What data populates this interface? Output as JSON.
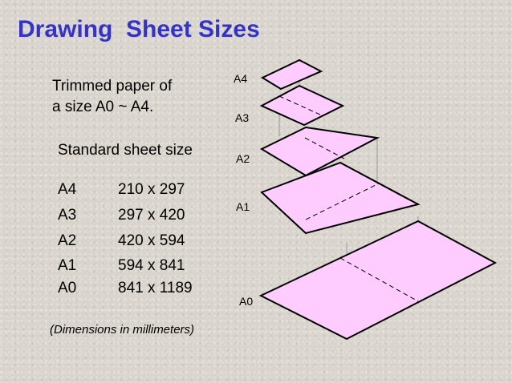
{
  "title": "Drawing  Sheet Sizes",
  "intro": {
    "line1": "Trimmed paper of",
    "line2": "a size A0 ~ A4."
  },
  "standard_heading": "Standard sheet size",
  "sizes": [
    {
      "name": "A4",
      "dims": "210 x 297"
    },
    {
      "name": "A3",
      "dims": "297 x 420"
    },
    {
      "name": "A2",
      "dims": "420 x 594"
    },
    {
      "name": "A1",
      "dims": "594 x 841"
    },
    {
      "name": "A0",
      "dims": "841 x 1189"
    }
  ],
  "note": "(Dimensions in millimeters)",
  "diagram_labels": [
    "A4",
    "A3",
    "A2",
    "A1",
    "A0"
  ],
  "colors": {
    "title": "#3333cc",
    "sheet_fill": "#ffccff"
  }
}
